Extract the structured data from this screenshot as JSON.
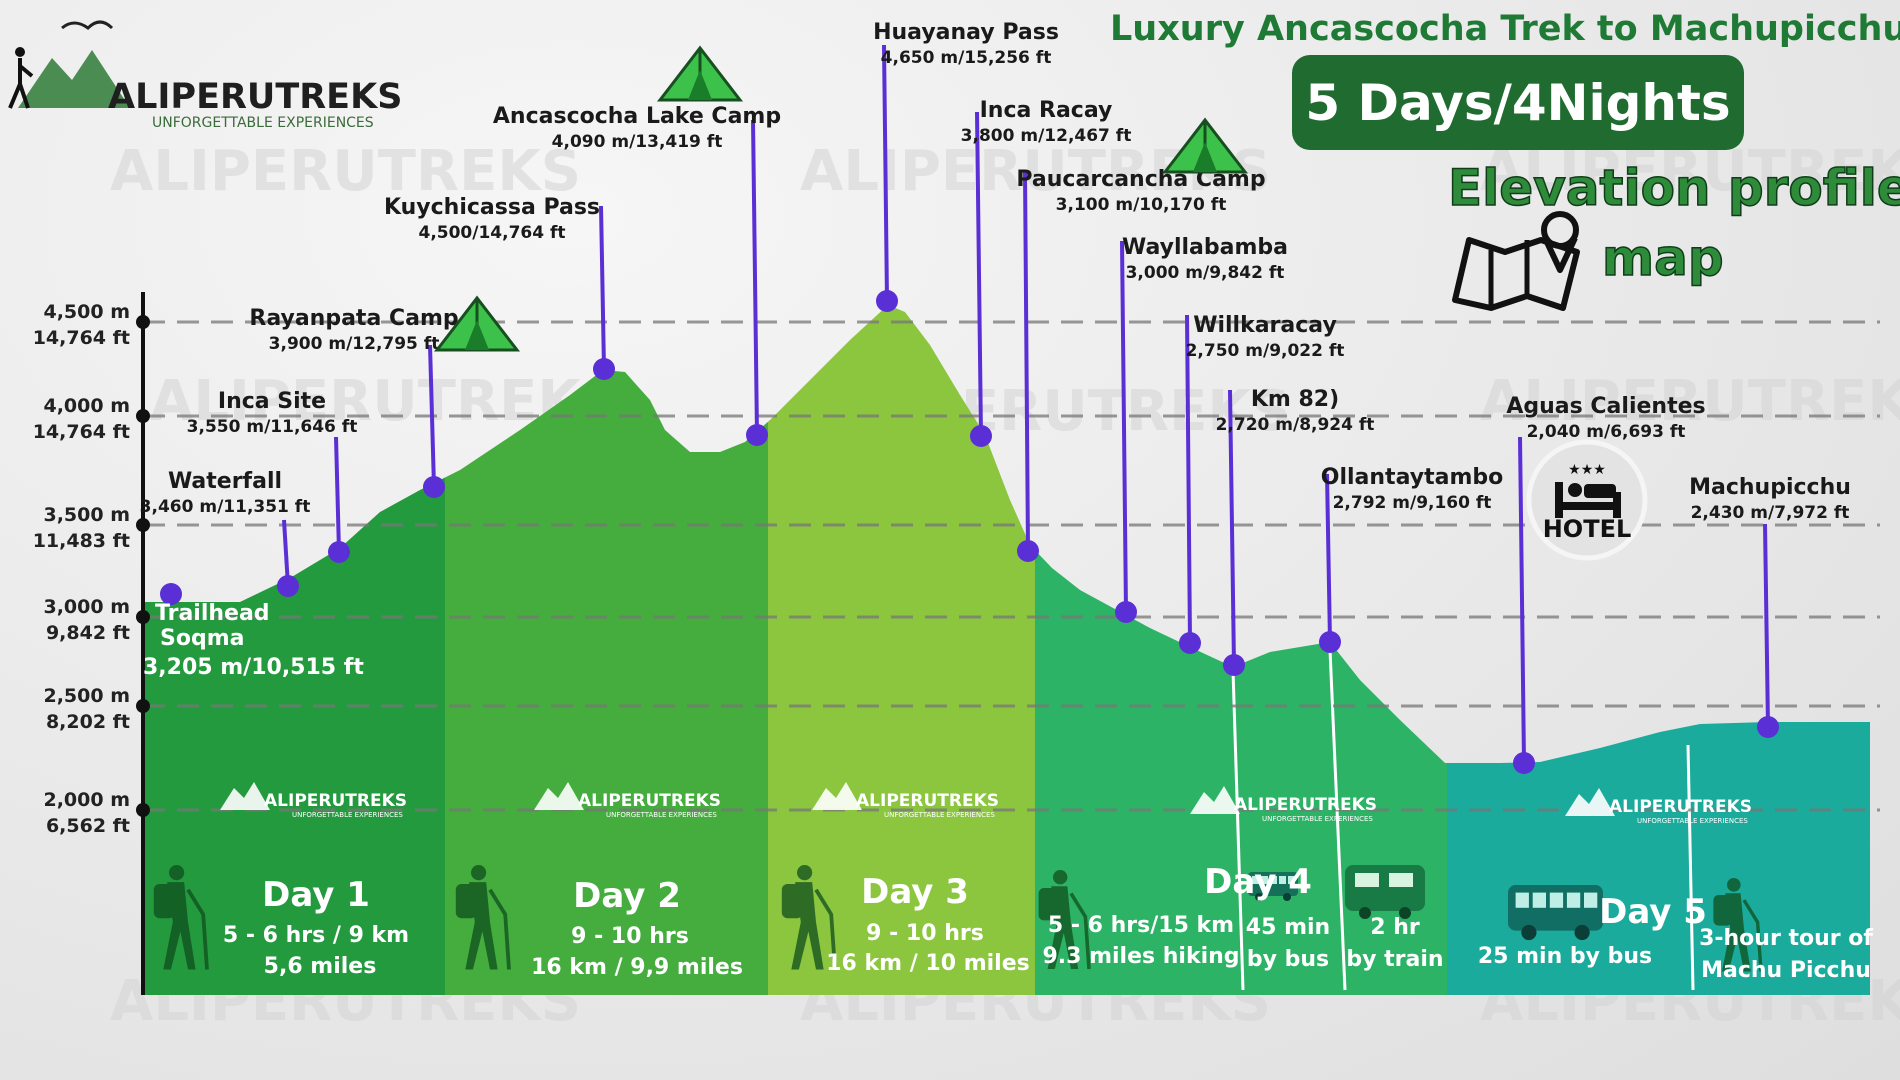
{
  "brand": {
    "name": "ALIPERUTREKS",
    "tagline": "UNFORGETTABLE EXPERIENCES"
  },
  "header": {
    "title": "Luxury Ancascocha Trek to Machupicchu",
    "duration": "5 Days/4Nights",
    "subtitle_line1": "Elevation profile",
    "subtitle_line2": "map"
  },
  "hotel_label": "HOTEL",
  "colors": {
    "day1": "#249a3f",
    "day2": "#44ad3d",
    "day3": "#8cc63f",
    "day4": "#2db366",
    "day5": "#1aab9c",
    "marker": "#5b2fd6",
    "title_green": "#1e7a34",
    "badge_bg": "#1f6b30"
  },
  "axis_ticks": [
    {
      "m": "4,500 m",
      "ft": "14,764 ft",
      "elev": 4500
    },
    {
      "m": "4,000 m",
      "ft": "14,764 ft",
      "elev": 4000
    },
    {
      "m": "3,500 m",
      "ft": "11,483 ft",
      "elev": 3500
    },
    {
      "m": "3,000 m",
      "ft": "9,842 ft",
      "elev": 3000
    },
    {
      "m": "2,500 m",
      "ft": "8,202 ft",
      "elev": 2500
    },
    {
      "m": "2,000 m",
      "ft": "6,562 ft",
      "elev": 2000
    }
  ],
  "points": [
    {
      "name": "Trailhead\nSoqma",
      "elev": "3,205 m/10,515 ft"
    },
    {
      "name": "Waterfall",
      "elev": "3,460 m/11,351 ft"
    },
    {
      "name": "Inca Site",
      "elev": "3,550 m/11,646 ft"
    },
    {
      "name": "Rayanpata Camp",
      "elev": "3,900 m/12,795 ft"
    },
    {
      "name": "Kuychicassa Pass",
      "elev": "4,500/14,764 ft"
    },
    {
      "name": "Ancascocha Lake Camp",
      "elev": "4,090 m/13,419 ft"
    },
    {
      "name": "Huayanay Pass",
      "elev": "4,650 m/15,256 ft"
    },
    {
      "name": "Inca Racay",
      "elev": "3,800 m/12,467 ft"
    },
    {
      "name": "Paucarcancha Camp",
      "elev": "3,100 m/10,170 ft"
    },
    {
      "name": "Wayllabamba",
      "elev": "3,000 m/9,842 ft"
    },
    {
      "name": "Willkaracay",
      "elev": "2,750 m/9,022 ft"
    },
    {
      "name": "Km 82)",
      "elev": "2,720 m/8,924 ft"
    },
    {
      "name": "Ollantaytambo",
      "elev": "2,792 m/9,160 ft"
    },
    {
      "name": "Aguas Calientes",
      "elev": "2,040 m/6,693 ft"
    },
    {
      "name": "Machupicchu",
      "elev": "2,430 m/7,972 ft"
    }
  ],
  "days": [
    {
      "title": "Day 1",
      "line1": "5 - 6 hrs / 9 km",
      "line2": "5,6 miles"
    },
    {
      "title": "Day 2",
      "line1": "9 - 10 hrs",
      "line2": "16 km / 9,9 miles"
    },
    {
      "title": "Day 3",
      "line1": "9 - 10 hrs",
      "line2": "16 km / 10 miles"
    },
    {
      "title": "Day 4",
      "hike1": "5 - 6 hrs/15 km",
      "hike2": "9.3 miles hiking",
      "bus1": "45 min",
      "bus2": "by bus",
      "train1": "2 hr",
      "train2": "by train"
    },
    {
      "title": "Day 5",
      "bus": "25 min by bus",
      "tour1": "3-hour tour of",
      "tour2": "Machu Picchu"
    }
  ]
}
